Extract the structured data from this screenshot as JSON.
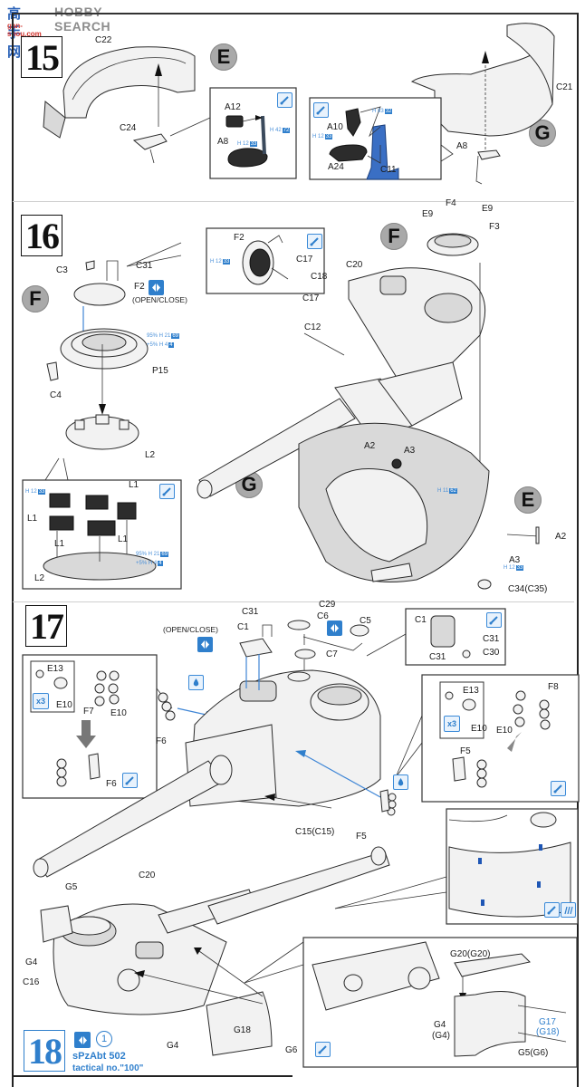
{
  "watermark": {
    "brand_cn": "高手网",
    "brand_en": "HOBBY SEARCH",
    "site": "gan-shou.com"
  },
  "steps": [
    {
      "number": "15",
      "callouts": [
        "E",
        "G"
      ],
      "labels": [
        "C22",
        "C24",
        "A12",
        "A8",
        "A10",
        "A24",
        "C11",
        "C21",
        "A8"
      ],
      "paint_codes": [
        {
          "prefix": "H 42",
          "code": "72"
        },
        {
          "prefix": "H 12",
          "code": "33"
        },
        {
          "prefix": "H 83",
          "code": "32"
        },
        {
          "prefix": "H 12",
          "code": "33"
        }
      ]
    },
    {
      "number": "16",
      "callouts": [
        "F",
        "F",
        "G",
        "E"
      ],
      "labels": [
        "C3",
        "C31",
        "F2",
        "(OPEN/CLOSE)",
        "P15",
        "C4",
        "L2",
        "L1",
        "L1",
        "L1",
        "L1",
        "L2",
        "F2",
        "C17",
        "C18",
        "C17",
        "F4",
        "E9",
        "E9",
        "F3",
        "C20",
        "C12",
        "A2",
        "A3",
        "A2",
        "A3",
        "C34(C35)"
      ],
      "paint_codes": [
        {
          "prefix": "95% H 21",
          "code": "69"
        },
        {
          "prefix": "+5% H 4",
          "code": "4"
        },
        {
          "prefix": "H 12",
          "code": "33"
        },
        {
          "prefix": "H 12",
          "code": "33"
        },
        {
          "prefix": "95% H 21",
          "code": "69"
        },
        {
          "prefix": "+5% H 4",
          "code": "4"
        },
        {
          "prefix": "H 11",
          "code": "62"
        },
        {
          "prefix": "H 12",
          "code": "33"
        }
      ]
    },
    {
      "number": "17",
      "labels": [
        "(OPEN/CLOSE)",
        "C31",
        "C1",
        "C29",
        "C6",
        "C5",
        "C7",
        "C1",
        "C31",
        "C31",
        "C30",
        "E13",
        "E10",
        "F7",
        "E10",
        "F6",
        "F6",
        "x3",
        "E13",
        "E10",
        "E10",
        "F8",
        "F5",
        "x3",
        "C15(C15)",
        "F5"
      ]
    },
    {
      "number": "18",
      "marking": {
        "option_number": "1",
        "unit": "sPzAbt 502",
        "tactical": "tactical no.\"100\""
      },
      "labels": [
        "C20",
        "G5",
        "G4",
        "C16",
        "G4",
        "G18",
        "G6",
        "G20(G20)",
        "G4",
        "(G4)",
        "G17",
        "(G18)",
        "G5(G6)"
      ]
    }
  ],
  "icons": {
    "paint": "paintbrush-icon",
    "cement": "glue-drop-icon",
    "movable": "open-close-icon",
    "decal": "decal-icon",
    "weathering": "weathering-icon",
    "repeat": "repeat-x3-icon"
  },
  "colors": {
    "accent_blue": "#2f7fcc",
    "callout_grey": "#a9a9a9",
    "line": "#222222"
  }
}
